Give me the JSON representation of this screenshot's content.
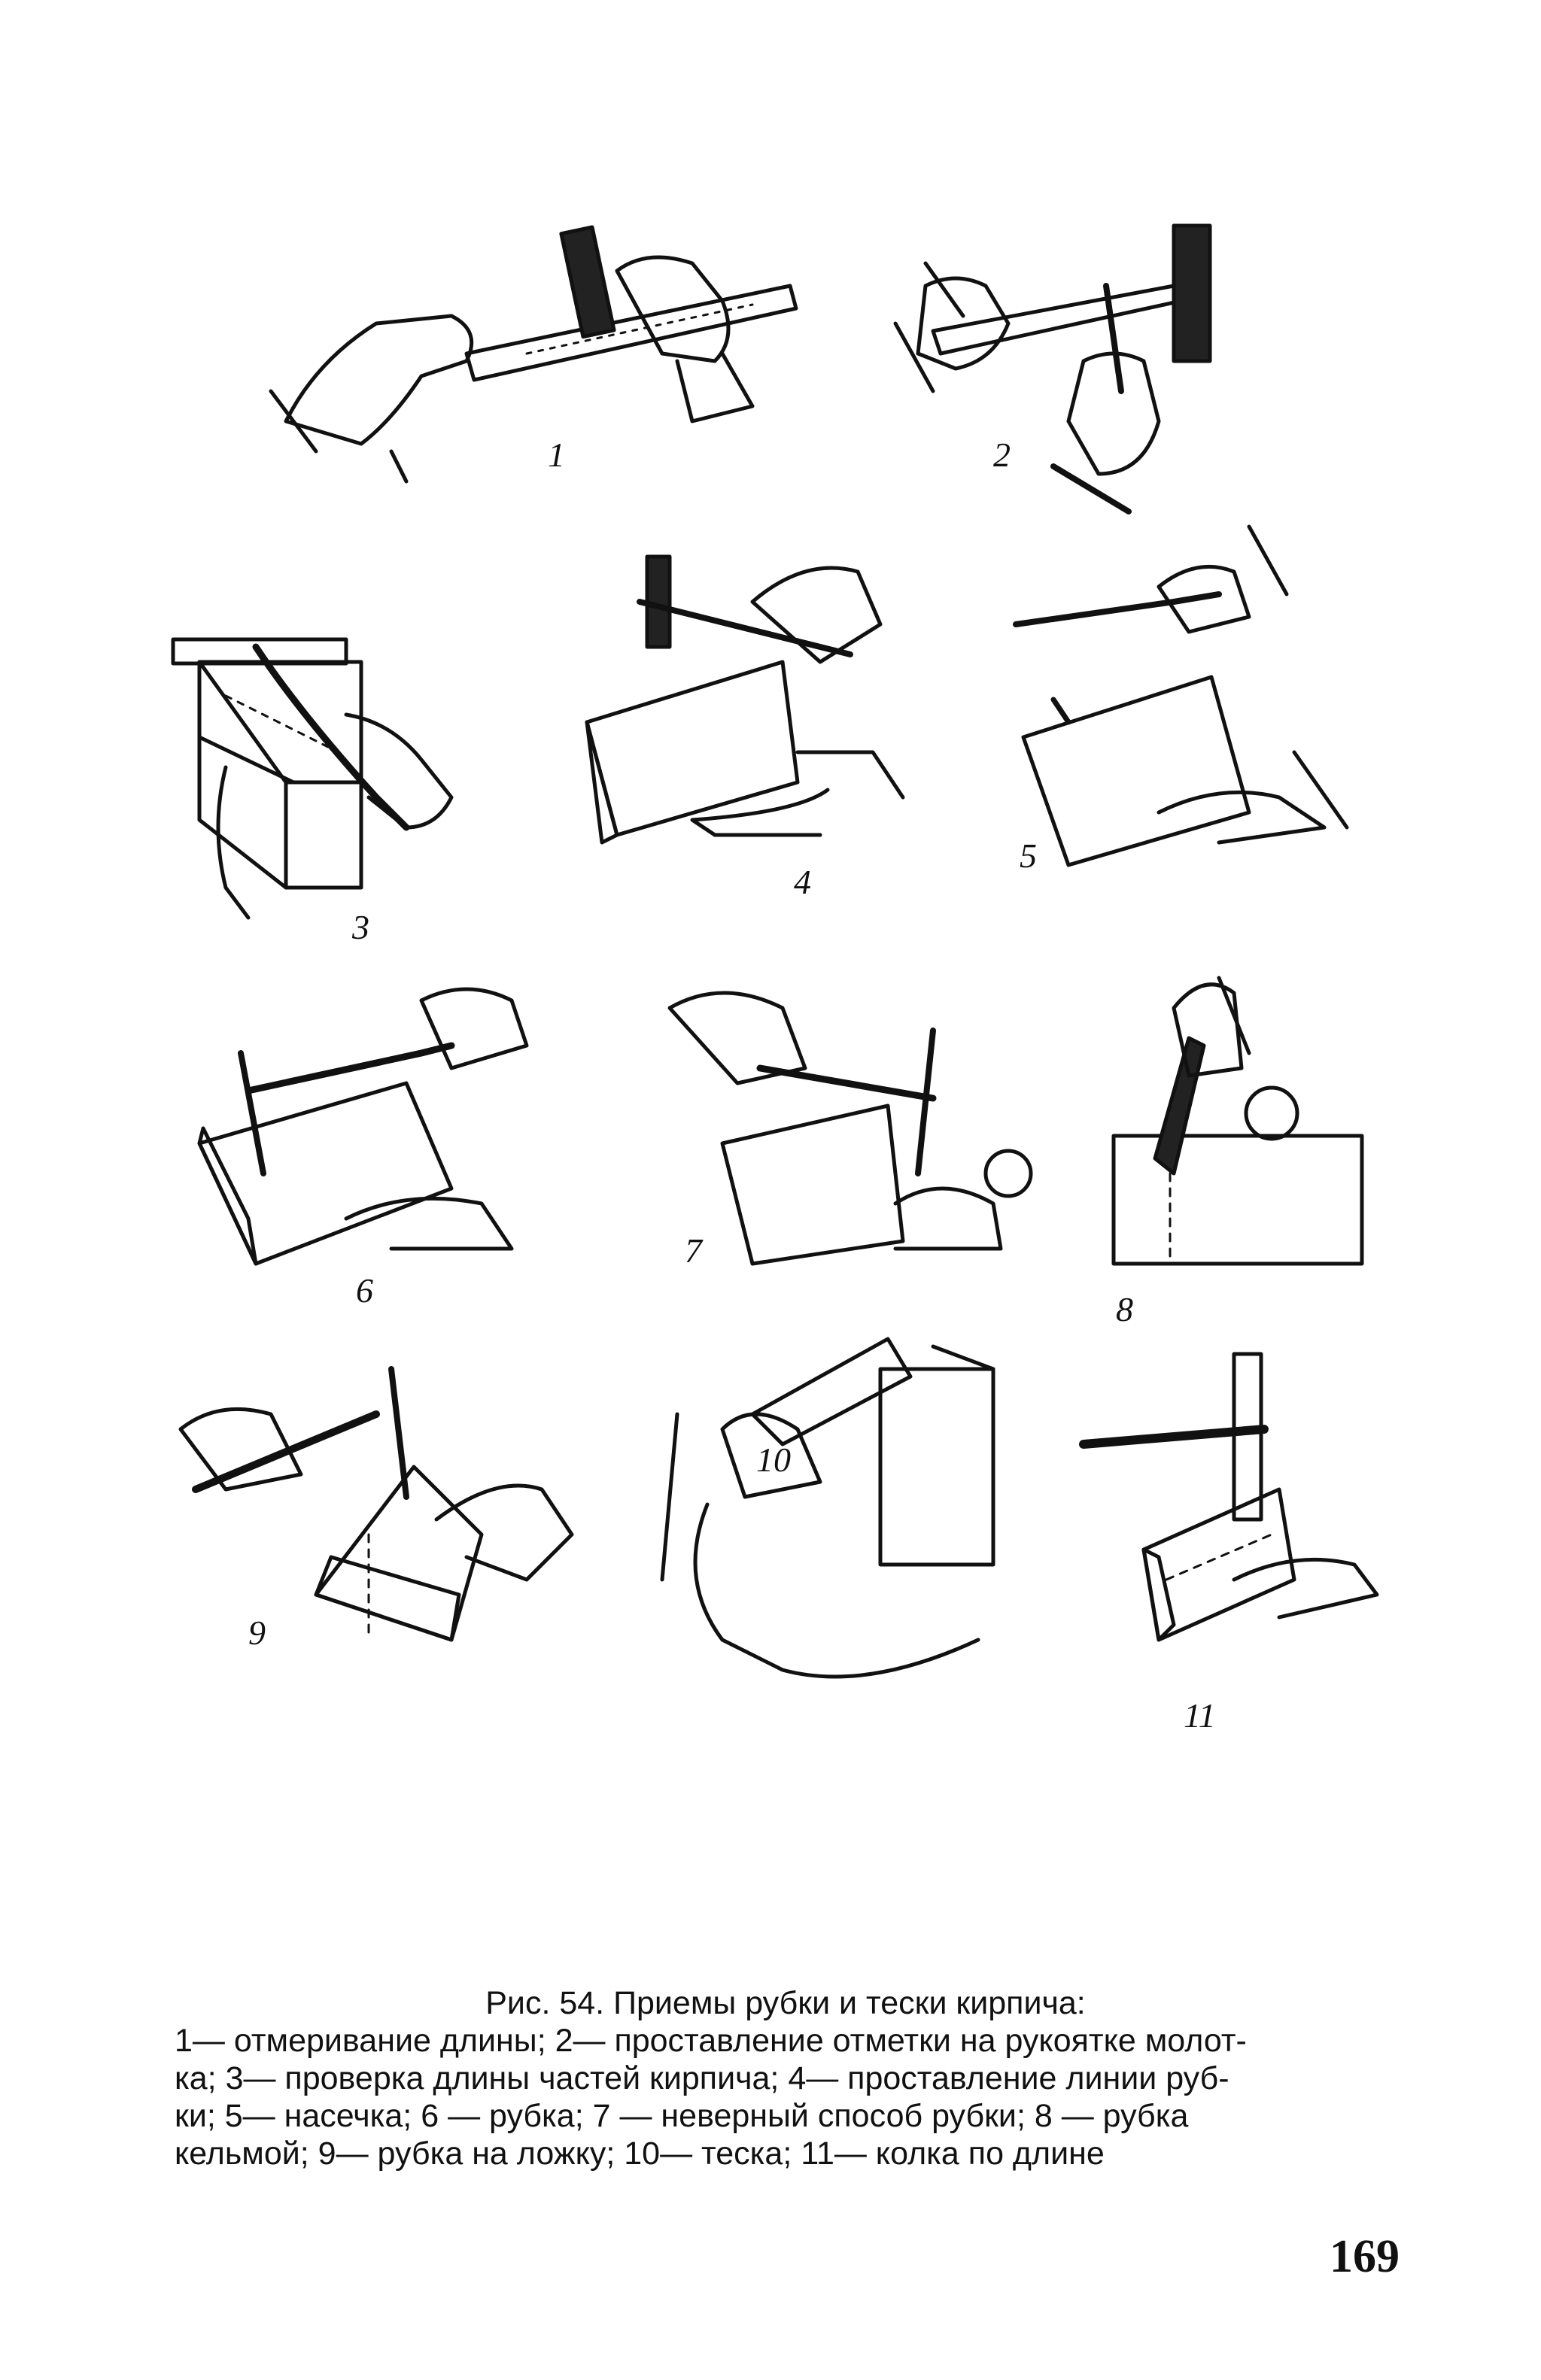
{
  "figure": {
    "labels": [
      "1",
      "2",
      "3",
      "4",
      "5",
      "6",
      "7",
      "8",
      "9",
      "10",
      "11"
    ]
  },
  "caption": {
    "title": "Рис. 54. Приемы рубки и тески кирпича:",
    "items": [
      {
        "num": "1",
        "text": "отмеривание длины"
      },
      {
        "num": "2",
        "text": "проставление отметки на рукоятке молотка"
      },
      {
        "num": "3",
        "text": "проверка длины частей кирпича"
      },
      {
        "num": "4",
        "text": "проставление линии рубки"
      },
      {
        "num": "5",
        "text": "насечка"
      },
      {
        "num": "6",
        "text": "рубка"
      },
      {
        "num": "7",
        "text": "неверный способ рубки"
      },
      {
        "num": "8",
        "text": "рубка кельмой"
      },
      {
        "num": "9",
        "text": "рубка на ложку"
      },
      {
        "num": "10",
        "text": "теска"
      },
      {
        "num": "11",
        "text": "колка по длине"
      }
    ],
    "line1": "1— отмеривание длины; 2— проставление отметки на рукоятке молот-",
    "line2": "ка; 3— проверка длины частей кирпича; 4— проставление линии руб-",
    "line3": "ки; 5— насечка; 6 — рубка; 7 — неверный способ рубки; 8 — рубка",
    "line4": "кельмой; 9— рубка на ложку; 10— теска; 11— колка по длине"
  },
  "page_number": "169"
}
